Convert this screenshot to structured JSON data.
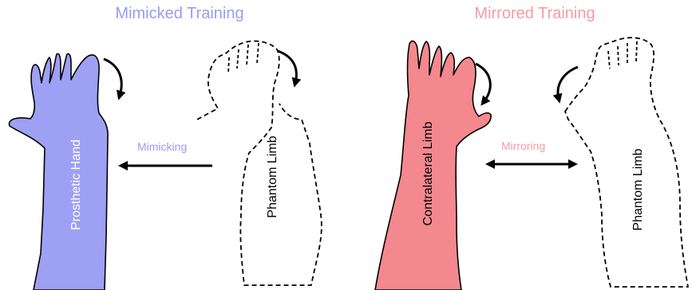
{
  "titles": {
    "left": "Mimicked Training",
    "right": "Mirrored Training"
  },
  "arrow_labels": {
    "mimicking": "Mimicking",
    "mirroring": "Mirroring"
  },
  "limb_labels": {
    "prosthetic_hand": "Prosthetic Hand",
    "phantom_limb_left": "Phantom Limb",
    "contralateral_limb": "Contralateral Limb",
    "phantom_limb_right": "Phantom Limb"
  },
  "colors": {
    "mimicked_accent": "#9a9cf2",
    "mirrored_accent": "#f79aa6",
    "prosthetic_fill": "#9ea0f4",
    "contralateral_fill": "#f4888f",
    "outline": "#000000"
  }
}
